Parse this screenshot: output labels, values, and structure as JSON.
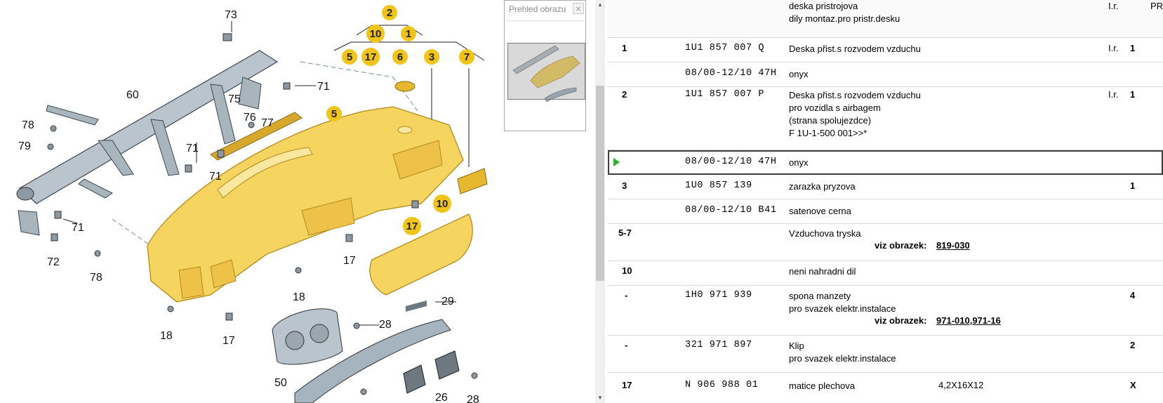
{
  "overview": {
    "title": "Prehled obrazu"
  },
  "diagram": {
    "callouts": [
      "73",
      "60",
      "75",
      "76",
      "77",
      "71",
      "71",
      "71",
      "78",
      "79",
      "71",
      "72",
      "78",
      "18",
      "18",
      "17",
      "17",
      "17",
      "50",
      "26",
      "28",
      "28",
      "29",
      "2",
      "10",
      "1",
      "5",
      "17",
      "6",
      "3",
      "7",
      "5",
      "10"
    ],
    "header_parts": [
      {
        "n": "2"
      },
      {
        "n": "10"
      },
      {
        "n": "1"
      },
      {
        "n": "5"
      },
      {
        "n": "17"
      },
      {
        "n": "6"
      },
      {
        "n": "3"
      },
      {
        "n": "7"
      }
    ]
  },
  "table": {
    "header": {
      "line1": "deska pristrojova",
      "line2": "dily montaz.pro pristr.desku",
      "lr_col": "I.r.",
      "pr_col": "PR:"
    },
    "rows": [
      {
        "pos": "1",
        "part_no": "1U1  857  007  Q",
        "desc": [
          "Deska přist.s rozvodem vzduchu"
        ],
        "lr": "I.r.",
        "qty": "1"
      },
      {
        "pos": "",
        "part_no": "08/00-12/10  47H",
        "desc": [
          "onyx"
        ]
      },
      {
        "pos": "2",
        "part_no": "1U1  857  007  P",
        "desc": [
          "Deska přist.s rozvodem vzduchu",
          "pro vozidla s airbagem",
          "(strana spolujezdce)",
          "F  1U-1-500 001>>*"
        ],
        "lr": "I.r.",
        "qty": "1"
      },
      {
        "pos": "",
        "part_no": "08/00-12/10  47H",
        "desc": [
          "onyx"
        ],
        "selected": true
      },
      {
        "pos": "3",
        "part_no": "1U0  857  139",
        "desc": [
          "zarazka pryzova"
        ],
        "qty": "1"
      },
      {
        "pos": "",
        "part_no": "08/00-12/10  B41",
        "desc": [
          "satenove cerna"
        ]
      },
      {
        "pos": "5-7",
        "part_no": "",
        "desc": [
          "Vzduchova tryska"
        ],
        "viz_label": "viz obrazek:",
        "viz_value": "819-030"
      },
      {
        "pos": "10",
        "part_no": "",
        "desc": [
          "neni nahradni dil"
        ]
      },
      {
        "pos": "-",
        "part_no": "1H0  971  939",
        "desc": [
          "spona manzety",
          "pro svazek elektr.instalace"
        ],
        "qty": "4",
        "viz_label": "viz obrazek:",
        "viz_value": "971-010,971-16"
      },
      {
        "pos": "-",
        "part_no": "321  971  897",
        "desc": [
          "Klip",
          "pro svazek elektr.instalace"
        ],
        "qty": "2"
      },
      {
        "pos": "17",
        "part_no": "N    906  988  01",
        "desc": [
          "matice plechova"
        ],
        "extra": "4,2X16X12",
        "qty": "X"
      }
    ]
  },
  "colors": {
    "dash_yellow": "#f5d24b",
    "dash_edge": "#c9a323",
    "steel": "#a6b4bf",
    "callout_yellow": "#f0c419",
    "selected_marker": "#2fae2f"
  }
}
